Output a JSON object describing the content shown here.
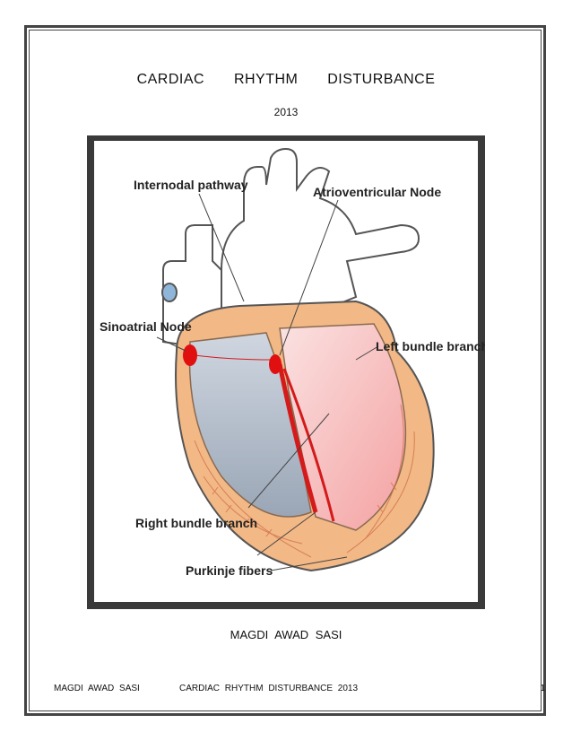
{
  "document": {
    "title_words": [
      "CARDIAC",
      "RHYTHM",
      "DISTURBANCE"
    ],
    "year": "2013",
    "author": "MAGDI  AWAD  SASI"
  },
  "figure": {
    "labels": {
      "internodal": "Internodal pathway",
      "av_node": "Atrioventricular Node",
      "sa_node": "Sinoatrial Node",
      "left_bundle": "Left bundle branch",
      "right_bundle": "Right bundle branch",
      "purkinje": "Purkinje fibers"
    }
  },
  "footer": {
    "author": "MAGDI  AWAD  SASI",
    "title": "CARDIAC  RHYTHM  DISTURBANCE    2013",
    "page": "1"
  }
}
